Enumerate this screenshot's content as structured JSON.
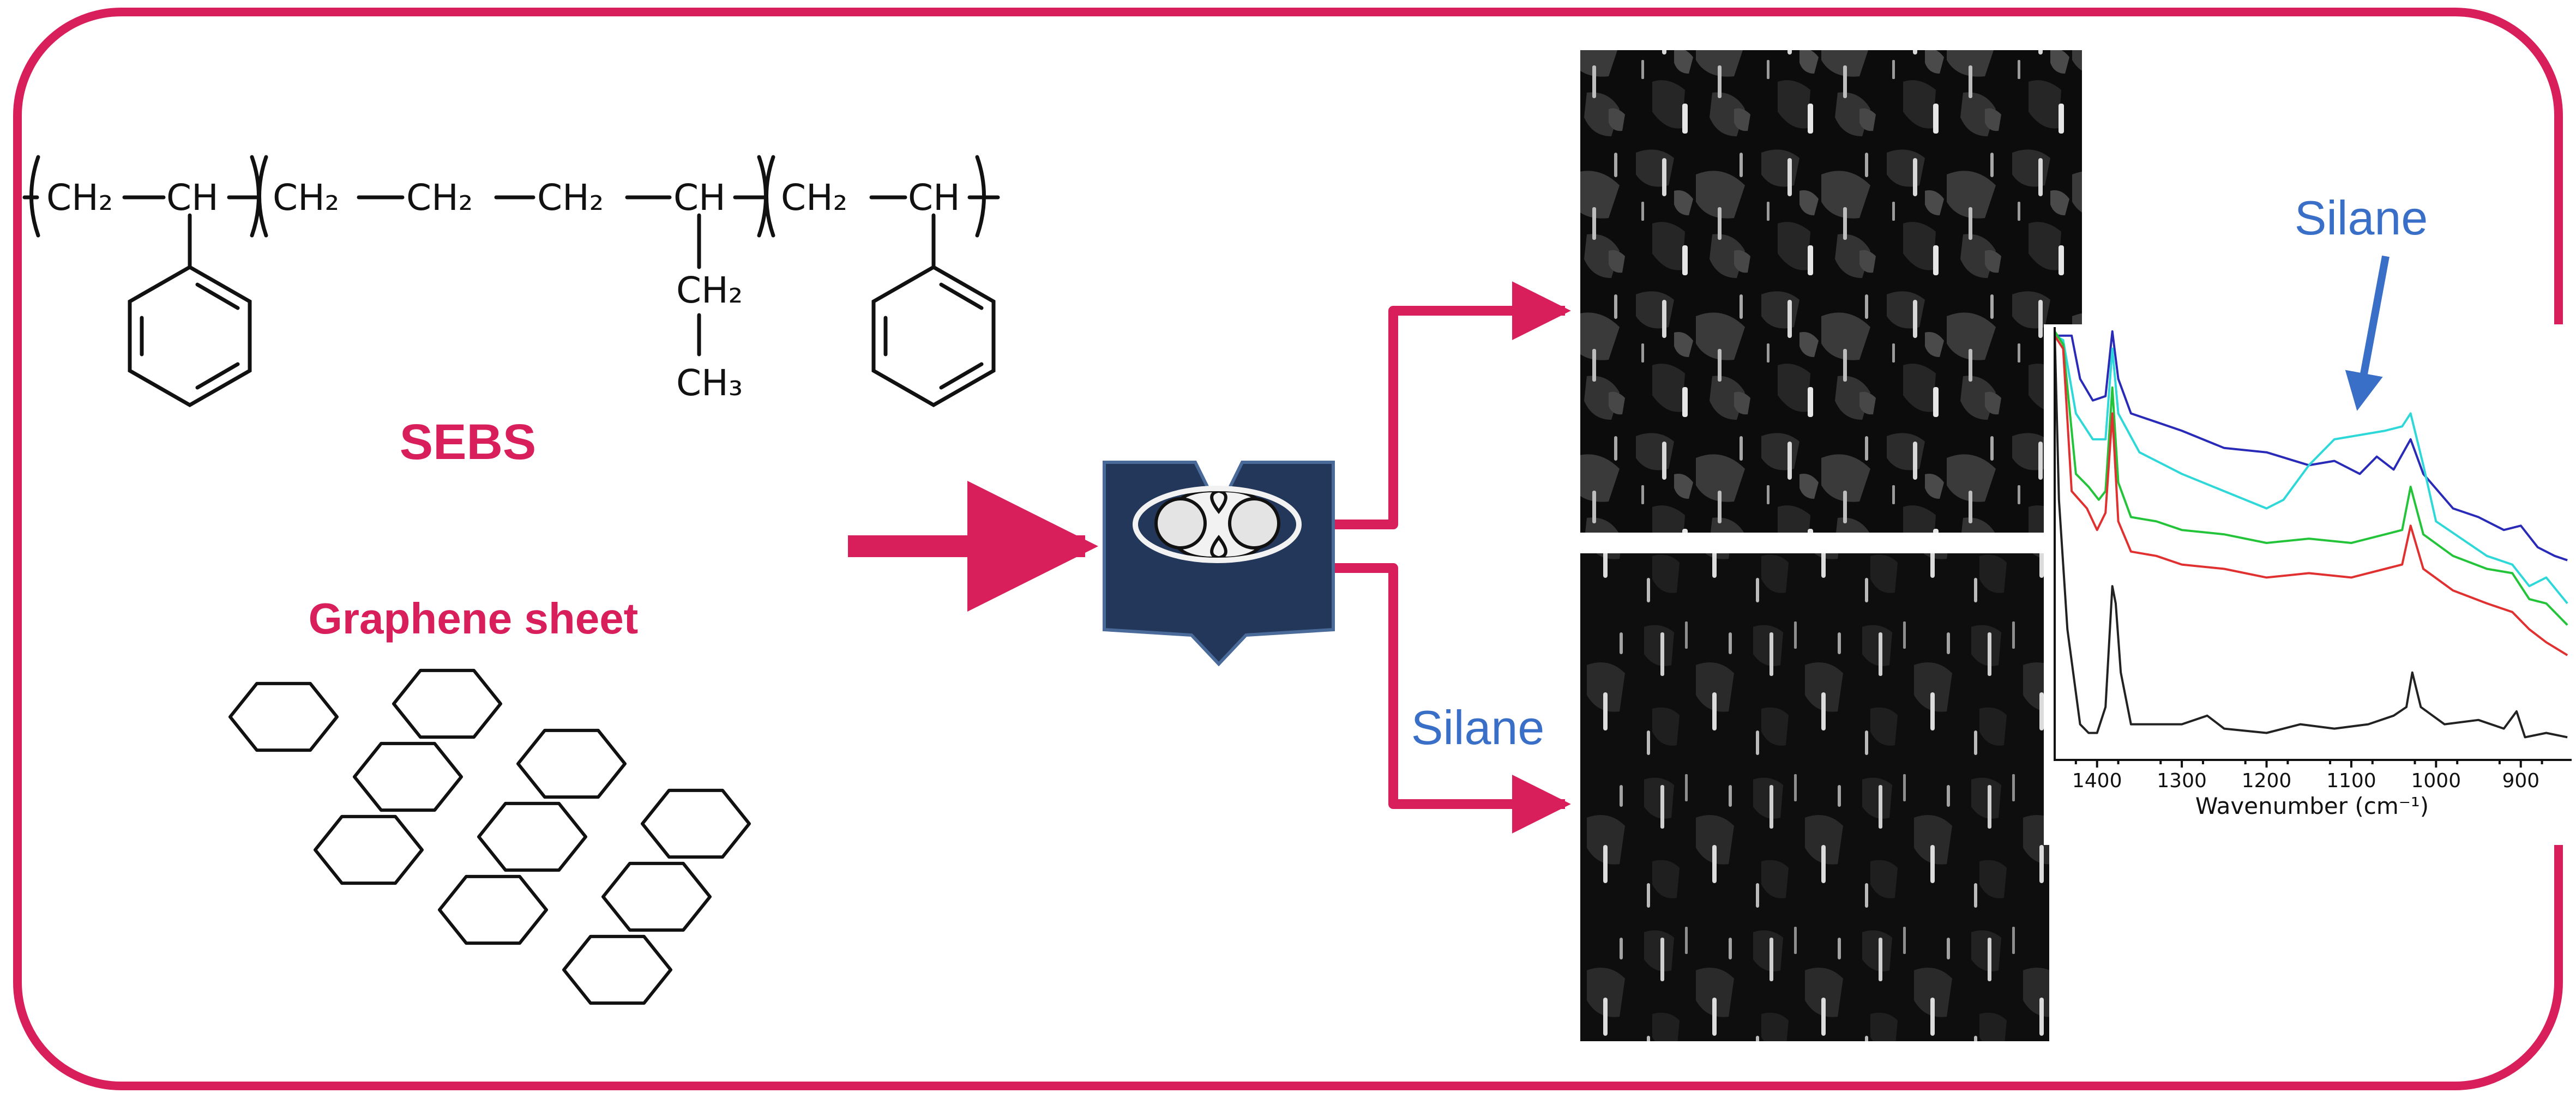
{
  "colors": {
    "accent": "#d81e5b",
    "silane_blue": "#3a6fc8",
    "mixer_fill": "#23375a",
    "background": "#ffffff"
  },
  "polymer": {
    "groups": [
      "CH₂",
      "CH",
      "CH₂",
      "CH₂",
      "CH₂",
      "CH",
      "CH₂",
      "CH"
    ],
    "side_chain": [
      "CH₂",
      "CH₃"
    ],
    "label": "SEBS"
  },
  "graphene": {
    "label": "Graphene sheet"
  },
  "branches": {
    "lower_label": "Silane"
  },
  "ftir": {
    "annotation": "Silane",
    "xlabel": "Wavenumber (cm⁻¹)"
  },
  "chart_data": {
    "type": "line",
    "xlabel": "Wavenumber (cm⁻¹)",
    "xlim": [
      1450,
      840
    ],
    "x_reversed": true,
    "ticks": [
      1400,
      1300,
      1200,
      1100,
      1000,
      900
    ],
    "annotation": {
      "text": "Silane",
      "x": 1070
    },
    "series": [
      {
        "color": "#2a2ab8",
        "points": [
          [
            1450,
            0.98
          ],
          [
            1430,
            0.98
          ],
          [
            1420,
            0.88
          ],
          [
            1405,
            0.83
          ],
          [
            1390,
            0.84
          ],
          [
            1382,
            0.99
          ],
          [
            1375,
            0.88
          ],
          [
            1360,
            0.8
          ],
          [
            1330,
            0.78
          ],
          [
            1300,
            0.76
          ],
          [
            1250,
            0.72
          ],
          [
            1200,
            0.71
          ],
          [
            1150,
            0.68
          ],
          [
            1120,
            0.69
          ],
          [
            1090,
            0.66
          ],
          [
            1070,
            0.7
          ],
          [
            1050,
            0.67
          ],
          [
            1030,
            0.74
          ],
          [
            1015,
            0.66
          ],
          [
            980,
            0.58
          ],
          [
            950,
            0.56
          ],
          [
            920,
            0.53
          ],
          [
            900,
            0.54
          ],
          [
            880,
            0.49
          ],
          [
            860,
            0.47
          ],
          [
            845,
            0.46
          ]
        ]
      },
      {
        "color": "#2fd8d8",
        "points": [
          [
            1450,
            0.98
          ],
          [
            1440,
            0.97
          ],
          [
            1425,
            0.8
          ],
          [
            1405,
            0.74
          ],
          [
            1390,
            0.74
          ],
          [
            1382,
            0.95
          ],
          [
            1375,
            0.8
          ],
          [
            1350,
            0.71
          ],
          [
            1320,
            0.68
          ],
          [
            1300,
            0.66
          ],
          [
            1250,
            0.62
          ],
          [
            1200,
            0.58
          ],
          [
            1180,
            0.6
          ],
          [
            1150,
            0.68
          ],
          [
            1120,
            0.74
          ],
          [
            1090,
            0.75
          ],
          [
            1060,
            0.76
          ],
          [
            1040,
            0.77
          ],
          [
            1030,
            0.8
          ],
          [
            1015,
            0.68
          ],
          [
            1000,
            0.55
          ],
          [
            970,
            0.51
          ],
          [
            940,
            0.47
          ],
          [
            910,
            0.45
          ],
          [
            890,
            0.4
          ],
          [
            870,
            0.42
          ],
          [
            845,
            0.36
          ]
        ]
      },
      {
        "color": "#24c43a",
        "points": [
          [
            1450,
            0.99
          ],
          [
            1440,
            0.96
          ],
          [
            1425,
            0.66
          ],
          [
            1410,
            0.63
          ],
          [
            1398,
            0.6
          ],
          [
            1390,
            0.62
          ],
          [
            1382,
            0.86
          ],
          [
            1375,
            0.64
          ],
          [
            1360,
            0.56
          ],
          [
            1330,
            0.55
          ],
          [
            1300,
            0.53
          ],
          [
            1250,
            0.52
          ],
          [
            1200,
            0.5
          ],
          [
            1150,
            0.51
          ],
          [
            1100,
            0.5
          ],
          [
            1060,
            0.52
          ],
          [
            1040,
            0.53
          ],
          [
            1030,
            0.63
          ],
          [
            1015,
            0.52
          ],
          [
            980,
            0.47
          ],
          [
            940,
            0.44
          ],
          [
            910,
            0.43
          ],
          [
            890,
            0.37
          ],
          [
            870,
            0.36
          ],
          [
            845,
            0.31
          ]
        ]
      },
      {
        "color": "#e03030",
        "points": [
          [
            1450,
            0.98
          ],
          [
            1440,
            0.95
          ],
          [
            1430,
            0.62
          ],
          [
            1412,
            0.58
          ],
          [
            1400,
            0.53
          ],
          [
            1390,
            0.57
          ],
          [
            1382,
            0.8
          ],
          [
            1375,
            0.55
          ],
          [
            1360,
            0.48
          ],
          [
            1330,
            0.47
          ],
          [
            1300,
            0.45
          ],
          [
            1250,
            0.44
          ],
          [
            1200,
            0.42
          ],
          [
            1150,
            0.43
          ],
          [
            1100,
            0.42
          ],
          [
            1060,
            0.44
          ],
          [
            1040,
            0.45
          ],
          [
            1030,
            0.54
          ],
          [
            1015,
            0.44
          ],
          [
            980,
            0.39
          ],
          [
            940,
            0.36
          ],
          [
            910,
            0.34
          ],
          [
            890,
            0.3
          ],
          [
            870,
            0.27
          ],
          [
            845,
            0.24
          ]
        ]
      },
      {
        "color": "#222222",
        "points": [
          [
            1450,
            0.99
          ],
          [
            1445,
            0.6
          ],
          [
            1435,
            0.3
          ],
          [
            1420,
            0.08
          ],
          [
            1410,
            0.06
          ],
          [
            1400,
            0.06
          ],
          [
            1390,
            0.12
          ],
          [
            1382,
            0.4
          ],
          [
            1378,
            0.36
          ],
          [
            1372,
            0.2
          ],
          [
            1360,
            0.08
          ],
          [
            1340,
            0.08
          ],
          [
            1300,
            0.08
          ],
          [
            1270,
            0.1
          ],
          [
            1250,
            0.07
          ],
          [
            1200,
            0.06
          ],
          [
            1160,
            0.08
          ],
          [
            1120,
            0.07
          ],
          [
            1080,
            0.08
          ],
          [
            1050,
            0.1
          ],
          [
            1035,
            0.12
          ],
          [
            1028,
            0.2
          ],
          [
            1018,
            0.12
          ],
          [
            990,
            0.08
          ],
          [
            950,
            0.09
          ],
          [
            920,
            0.07
          ],
          [
            905,
            0.11
          ],
          [
            895,
            0.05
          ],
          [
            870,
            0.06
          ],
          [
            845,
            0.05
          ]
        ]
      }
    ]
  }
}
